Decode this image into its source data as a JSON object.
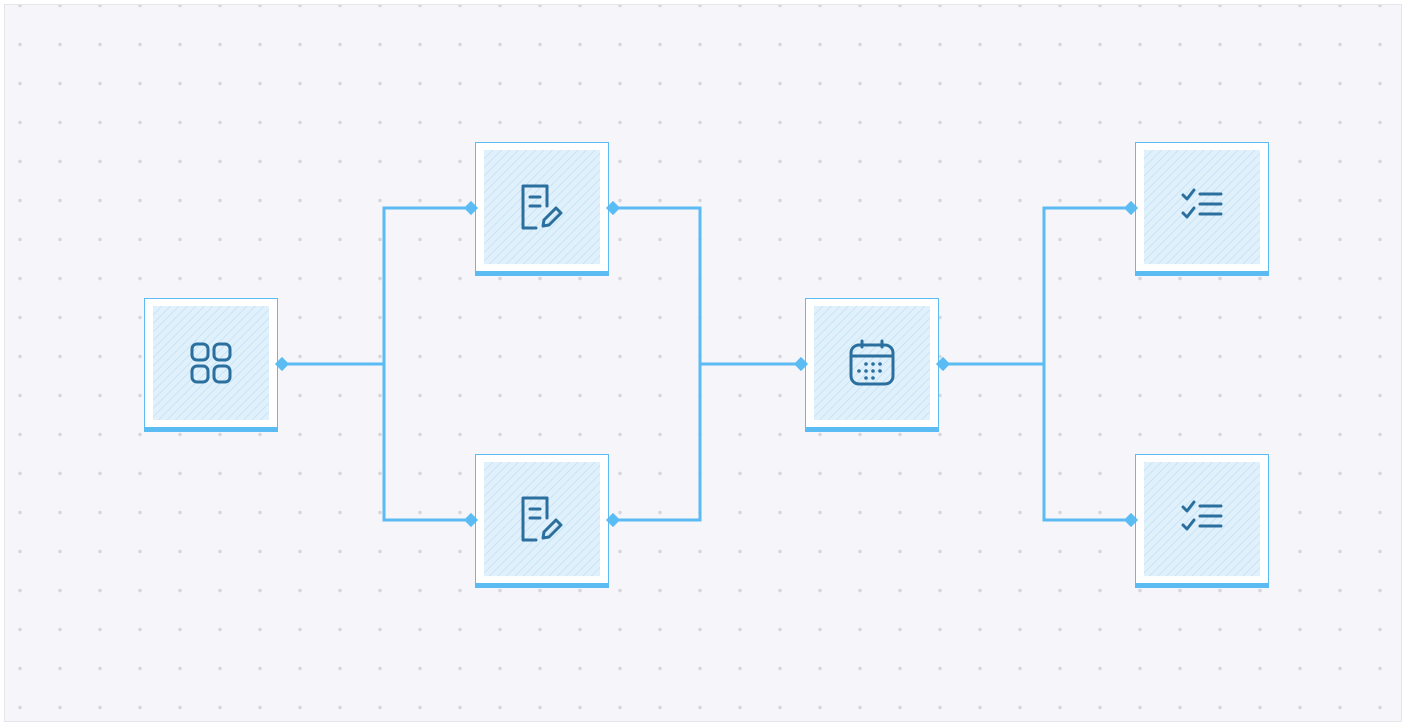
{
  "diagram": {
    "colors": {
      "canvas_background": "#f6f5f9",
      "grid_dot": "#d6d6dc",
      "node_border": "#5bbcf4",
      "node_fill": "#e1f1fc",
      "icon": "#2a6f9e",
      "connector": "#5bbcf4"
    },
    "nodes": [
      {
        "id": "apps",
        "icon": "apps-grid-icon"
      },
      {
        "id": "edit-top",
        "icon": "document-edit-icon"
      },
      {
        "id": "edit-bottom",
        "icon": "document-edit-icon"
      },
      {
        "id": "calendar",
        "icon": "calendar-icon"
      },
      {
        "id": "checklist-top",
        "icon": "checklist-icon"
      },
      {
        "id": "checklist-bottom",
        "icon": "checklist-icon"
      }
    ],
    "edges": [
      {
        "from": "apps",
        "to": "edit-top"
      },
      {
        "from": "apps",
        "to": "edit-bottom"
      },
      {
        "from": "edit-top",
        "to": "calendar"
      },
      {
        "from": "edit-bottom",
        "to": "calendar"
      },
      {
        "from": "calendar",
        "to": "checklist-top"
      },
      {
        "from": "calendar",
        "to": "checklist-bottom"
      }
    ]
  }
}
